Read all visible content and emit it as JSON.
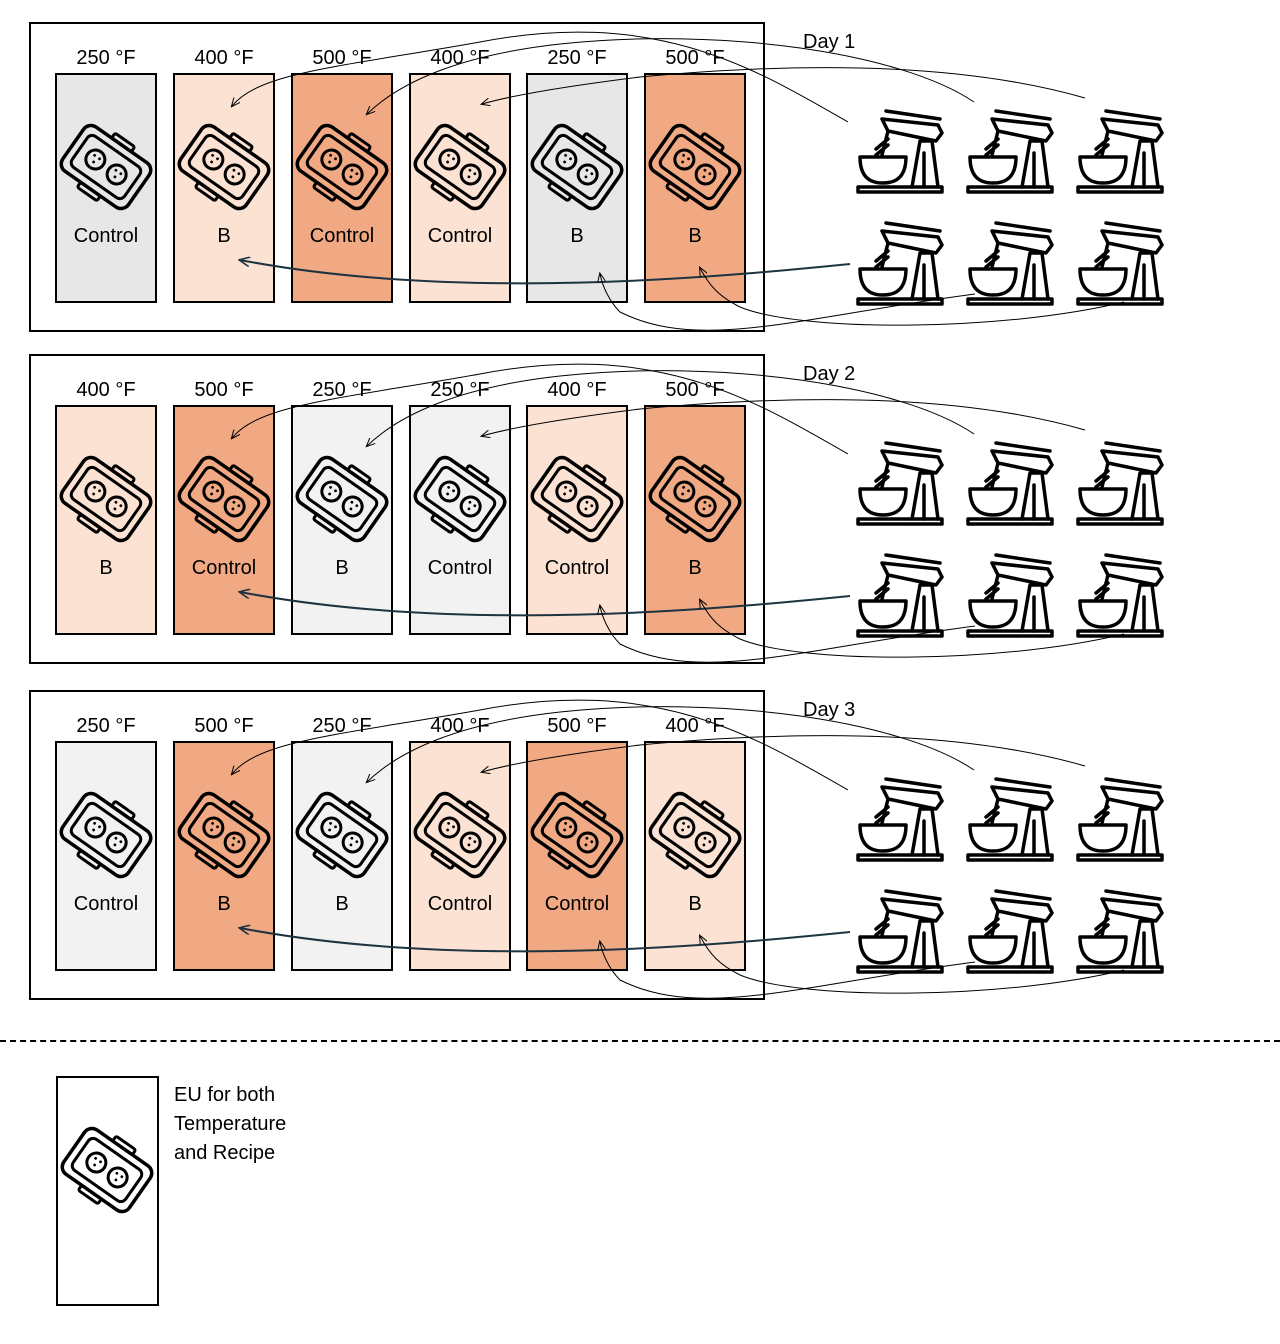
{
  "colors": {
    "250": "#e7e7e7",
    "250_light": "#f2f2f2",
    "400": "#fbe2d3",
    "500": "#f1a984"
  },
  "days": [
    {
      "label": "Day 1",
      "units": [
        {
          "temp": "250 °F",
          "treatment": "Control",
          "color_key": "250"
        },
        {
          "temp": "400 °F",
          "treatment": "B",
          "color_key": "400"
        },
        {
          "temp": "500 °F",
          "treatment": "Control",
          "color_key": "500"
        },
        {
          "temp": "400 °F",
          "treatment": "Control",
          "color_key": "400"
        },
        {
          "temp": "250 °F",
          "treatment": "B",
          "color_key": "250"
        },
        {
          "temp": "500 °F",
          "treatment": "B",
          "color_key": "500"
        }
      ]
    },
    {
      "label": "Day 2",
      "units": [
        {
          "temp": "400 °F",
          "treatment": "B",
          "color_key": "400"
        },
        {
          "temp": "500 °F",
          "treatment": "Control",
          "color_key": "500"
        },
        {
          "temp": "250 °F",
          "treatment": "B",
          "color_key": "250_light"
        },
        {
          "temp": "250 °F",
          "treatment": "Control",
          "color_key": "250_light"
        },
        {
          "temp": "400 °F",
          "treatment": "Control",
          "color_key": "400"
        },
        {
          "temp": "500 °F",
          "treatment": "B",
          "color_key": "500"
        }
      ]
    },
    {
      "label": "Day 3",
      "units": [
        {
          "temp": "250 °F",
          "treatment": "Control",
          "color_key": "250_light"
        },
        {
          "temp": "500 °F",
          "treatment": "B",
          "color_key": "500"
        },
        {
          "temp": "250 °F",
          "treatment": "B",
          "color_key": "250_light"
        },
        {
          "temp": "400 °F",
          "treatment": "Control",
          "color_key": "400"
        },
        {
          "temp": "500 °F",
          "treatment": "Control",
          "color_key": "500"
        },
        {
          "temp": "400 °F",
          "treatment": "B",
          "color_key": "400"
        }
      ]
    }
  ],
  "legend": {
    "lines": [
      "EU for both",
      "Temperature",
      "and Recipe"
    ],
    "icon": "baking-tray-icon"
  },
  "icons": {
    "unit": "baking-tray-icon",
    "mixer": "stand-mixer-icon"
  }
}
